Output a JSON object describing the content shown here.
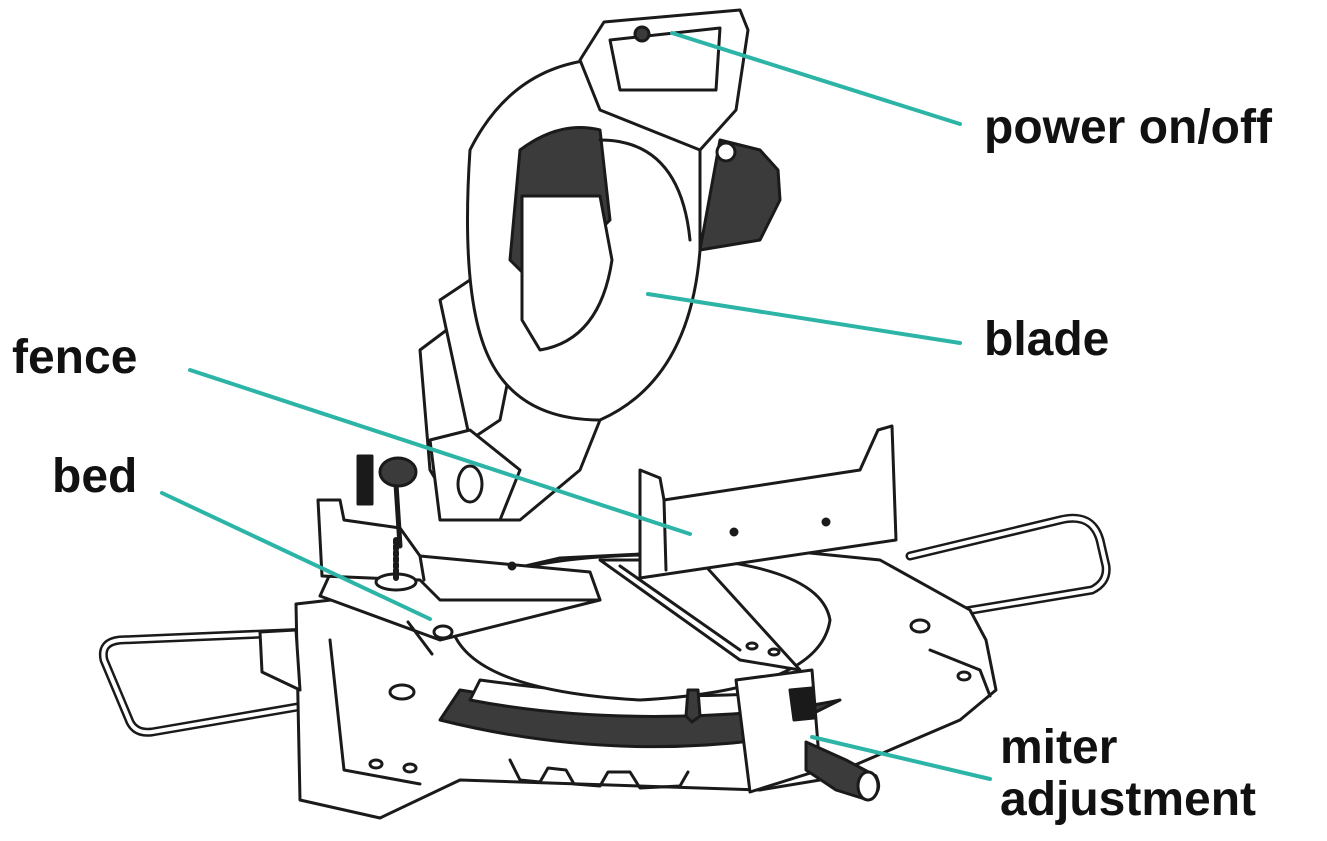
{
  "colors": {
    "leader": "#2cb5a7",
    "ink": "#1a1a1a",
    "dark": "#3b3b3b",
    "label": "#111111"
  },
  "labels": {
    "power": "power on/off",
    "blade": "blade",
    "fence": "fence",
    "bed": "bed",
    "miter_line1": "miter",
    "miter_line2": "adjustment"
  }
}
